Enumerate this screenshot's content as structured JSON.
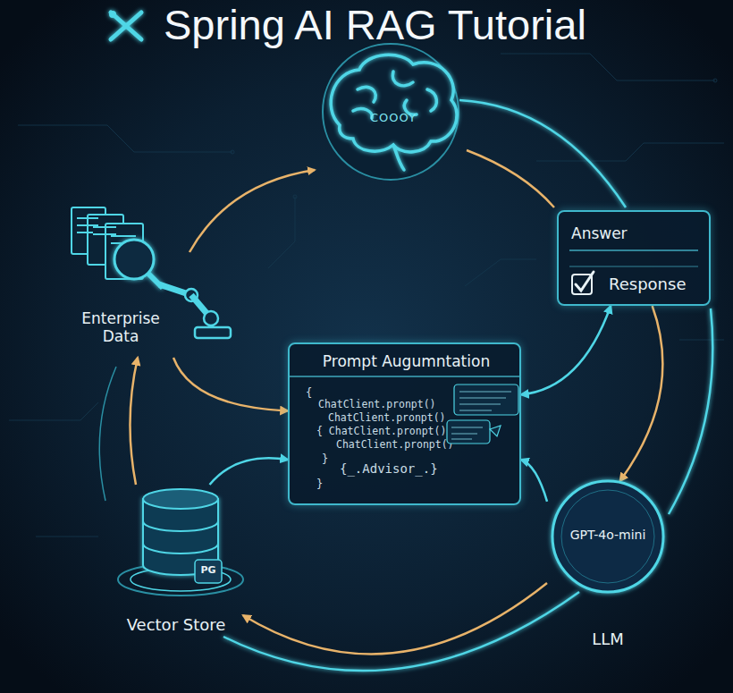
{
  "diagram": {
    "title": "Spring AI RAG Tutorial",
    "nodes": [
      {
        "text": [
          "Enterprise Data"
        ]
      },
      {
        "text": [
          "Answer",
          "Response"
        ]
      },
      {
        "text": [
          "Prompt Augumntation",
          "{",
          "ChatClient.pronpt()",
          "ChatClient.pronpt()",
          "{ ChatClient.pronpt()",
          "ChatClient.pronpt()",
          "}",
          "{_.Advisor_.}",
          "}"
        ]
      },
      {
        "text": [
          "GPT-4o-mini",
          "LLM"
        ]
      },
      {
        "text": [
          "PG",
          "Vector Store"
        ]
      }
    ],
    "edges": [
      {
        "from": 0,
        "to": 2,
        "arrow": "to"
      },
      {
        "from": 4,
        "to": 2,
        "arrow": "to"
      },
      {
        "from": 3,
        "to": 2,
        "arrow": "to"
      },
      {
        "from": 1,
        "to": 2,
        "arrow": "both"
      },
      {
        "from": 1,
        "to": 3,
        "arrow": "to"
      },
      {
        "from": 3,
        "to": 4,
        "arrow": "to"
      },
      {
        "from": 4,
        "to": 0,
        "arrow": "to"
      }
    ],
    "labels": [
      "COOOY"
    ]
  }
}
